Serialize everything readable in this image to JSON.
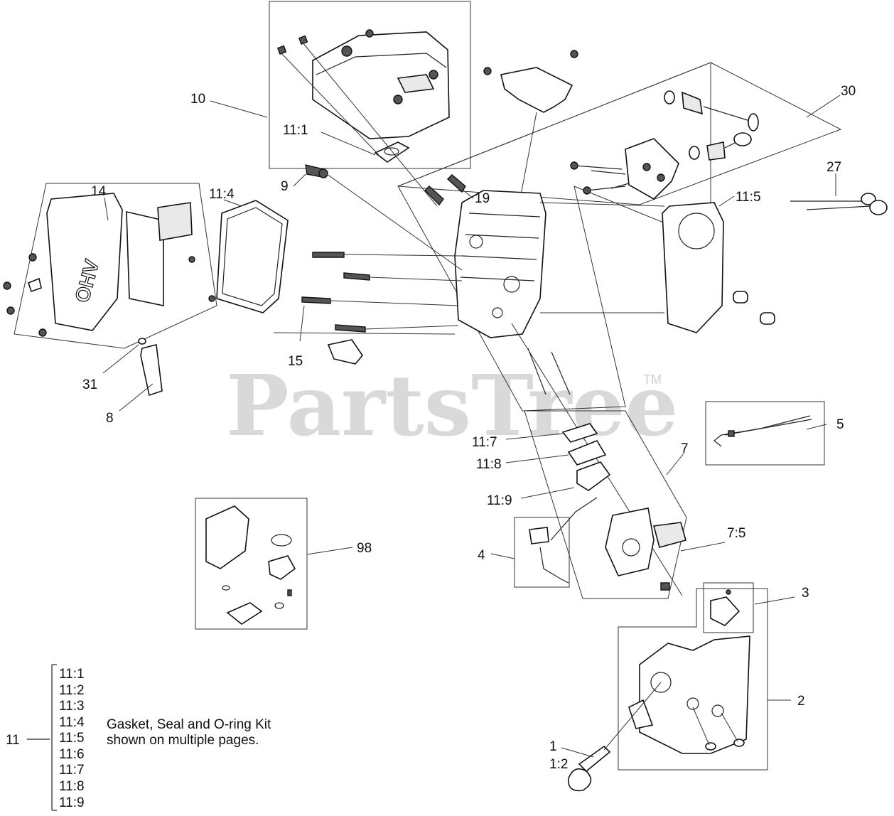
{
  "watermark": {
    "brand": "PartsTree",
    "trademark": "TM"
  },
  "callouts": {
    "c1": "1",
    "c1_2": "1:2",
    "c2": "2",
    "c3": "3",
    "c4": "4",
    "c5": "5",
    "c7": "7",
    "c7_5": "7:5",
    "c8": "8",
    "c9": "9",
    "c10": "10",
    "c11_1": "11:1",
    "c11_4": "11:4",
    "c11_5": "11:5",
    "c11_7": "11:7",
    "c11_8": "11:8",
    "c11_9": "11:9",
    "c14": "14",
    "c15": "15",
    "c19": "19",
    "c27": "27",
    "c30": "30",
    "c31": "31",
    "c98": "98"
  },
  "legend": {
    "parent": "11",
    "items": [
      "11:1",
      "11:2",
      "11:3",
      "11:4",
      "11:5",
      "11:6",
      "11:7",
      "11:8",
      "11:9"
    ],
    "note_line1": "Gasket, Seal and O-ring Kit",
    "note_line2": "shown on multiple pages."
  }
}
